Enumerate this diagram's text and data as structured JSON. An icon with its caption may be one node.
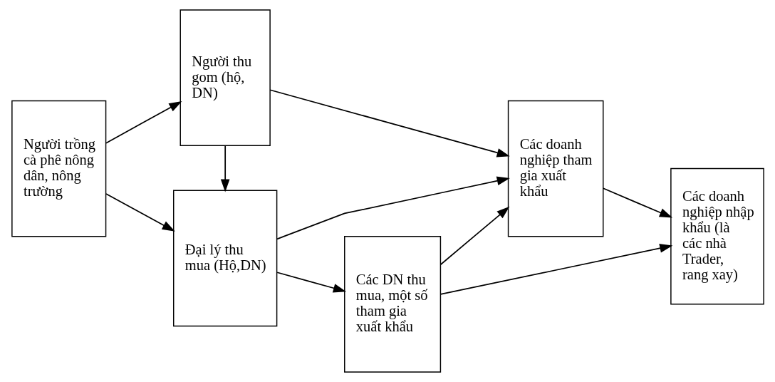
{
  "diagram": {
    "nodes": [
      {
        "text": [
          "Người trồng cà phê nông dân, nông trường"
        ]
      },
      {
        "text": [
          "Đại lý thu mua (Hộ,DN)"
        ]
      },
      {
        "text": [
          "Người thu gom (hộ, DN)"
        ]
      },
      {
        "text": [
          "Các DN thu mua, một số tham gia xuất khẩu"
        ]
      },
      {
        "text": [
          "Các doanh nghiệp tham gia xuất khẩu"
        ]
      },
      {
        "text": [
          "Các doanh nghiệp nhập khẩu (là các nhà Trader, rang xay)"
        ]
      }
    ],
    "edges": [
      {
        "from": 0,
        "to": 1,
        "arrow": "to"
      },
      {
        "from": 0,
        "to": 2,
        "arrow": "to"
      },
      {
        "from": 2,
        "to": 1,
        "arrow": "to"
      },
      {
        "from": 1,
        "to": 3,
        "arrow": "to"
      },
      {
        "from": 1,
        "to": 4,
        "arrow": "to"
      },
      {
        "from": 3,
        "to": 4,
        "arrow": "to"
      },
      {
        "from": 3,
        "to": 5,
        "arrow": "to"
      },
      {
        "from": 2,
        "to": 4,
        "arrow": "to"
      },
      {
        "from": 4,
        "to": 5,
        "arrow": "to"
      }
    ]
  }
}
